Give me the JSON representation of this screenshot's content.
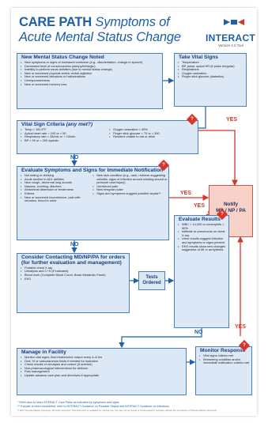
{
  "header": {
    "title_line1_bold": "CARE PATH",
    "title_line1_italic": "Symptoms of",
    "title_line2": "Acute Mental Status Change",
    "logo_text": "INTERACT",
    "logo_version": "Version 4.0 Tool"
  },
  "boxes": {
    "new_change": {
      "title": "New Mental Status Change Noted",
      "items": [
        "New symptoms or signs of increased confusion (e.g., disorientation, change in speech)",
        "Decreased level of consciousness (sleepy/lethargic)",
        "Inability to perform usual activities (due to mental status change)",
        "New or worsened physical and/or verbal agitation",
        "New or worsened delusions or hallucinations",
        "Unresponsiveness",
        "New or worsened memory loss"
      ]
    },
    "vital_signs": {
      "title": "Take Vital Signs",
      "items": [
        "Temperature",
        "BP, pulse, apical HR (if pulse irregular)",
        "Respirations",
        "Oxygen saturation",
        "Finger stick glucose (diabetics)"
      ]
    },
    "criteria": {
      "title": "Vital Sign Criteria",
      "title_italic": "(any met?)",
      "left_items": [
        "Temp > 100.5°F",
        "Apical heart rate > 100 or < 50",
        "Respiratory rate > 28/min or < 10/min",
        "BP < 90 or > 200 systolic"
      ],
      "right_items": [
        "Oxygen saturation < 90%",
        "Finger stick glucose < 70 or > 300",
        "Resident unable to eat or drink"
      ]
    },
    "evaluate_symptoms": {
      "title": "Evaluate Symptoms and Signs for Immediate Notification*",
      "left_items": [
        "Not eating or drinking",
        "Acute decline in ADL abilities",
        "New cough, abnormal lung sounds",
        "Nausea, vomiting, diarrhea",
        "Abdominal distension or tenderness",
        "Edema",
        "New or worsened incontinence, pain with urination, blood in urine"
      ],
      "right_items": [
        "New skin condition (e.g., rash, redness suggesting cellulitis, signs of infection around existing wound or pressure ulcer/injury)",
        "Unrelieved pain",
        "New irregular pulse",
        "Signs and symptoms suggest possible sepsis**"
      ]
    },
    "consider": {
      "title": "Consider Contacting MD/NP/PA for orders (for further evaluation and management)",
      "items": [
        "Portable chest X-ray",
        "Urinalysis and C+S (if indicated)",
        "Blood work (Complete Blood Count, Basic Metabolic Panel)",
        "EKG"
      ]
    },
    "evaluate_results": {
      "title": "Evaluate Results",
      "items": [
        "WBC > 14,000 or neutrophils > 90%",
        "Infiltrate or pneumonia on chest X-ray",
        "Urine results suggest infection and symptoms or signs present",
        "EKG results show new changes suggestive of MI or arrhythmia"
      ]
    },
    "manage": {
      "title": "Manage in Facility",
      "items": [
        "Monitor vital signs, fluid intake/urine output every 4–8 hrs",
        "Oral, IV or subcutaneous fluids if needed for hydration",
        "Check results of urinalysis and culture (if ordered)",
        "Non-pharmacological interventions for delirium",
        "Pain management",
        "Update advance care plan and directives if appropriate"
      ]
    },
    "monitor": {
      "title": "Monitor Response",
      "items": [
        "Vital signs criteria met",
        "Worsening condition and/or immediate notification criteria met"
      ]
    }
  },
  "notify": {
    "line1": "Notify",
    "line2": "MD / NP / PA"
  },
  "tests": {
    "line1": "Tests",
    "line2": "Ordered"
  },
  "labels": {
    "yes": "YES",
    "no": "NO",
    "question": "?"
  },
  "footer": {
    "note1": "* Refer also to other INTERACT Care Paths as indicated by symptoms and signs",
    "note2": "** If sepsis is been considered, refer to INTERACT Guidance on Possible Sepsis and INTERACT Guidance on Infections",
    "copyright": "© 2017 Florida Atlantic University, all rights reserved. This document is available for clinical use, but may not be resold or incorporated in software without the permission of Florida Atlantic University."
  },
  "colors": {
    "blue_title": "#1f5fa8",
    "box_fill": "#dce8f5",
    "box_border": "#4a7fc0",
    "notify_fill": "#f8d2c8",
    "red": "#d8352a"
  }
}
